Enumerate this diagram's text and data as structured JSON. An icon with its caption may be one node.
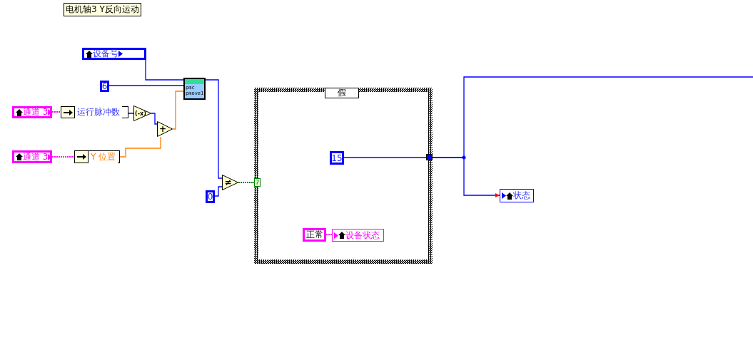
{
  "diagram": {
    "nodes": [
      {
        "text": [
          "设备号"
        ]
      },
      {
        "text": [
          "6"
        ]
      },
      {
        "text": [
          "pmc pmove1"
        ]
      },
      {
        "text": [
          "通道 3"
        ]
      },
      {
        "text": [
          "运行脉冲数"
        ]
      },
      {
        "text": [
          "(-x)"
        ]
      },
      {
        "text": [
          "+"
        ]
      },
      {
        "text": [
          "通道 3"
        ]
      },
      {
        "text": [
          "Y 位置"
        ]
      },
      {
        "text": [
          "≠"
        ]
      },
      {
        "text": [
          "0"
        ]
      },
      {
        "text": [
          "假"
        ]
      },
      {
        "text": [
          "?"
        ],
        "in": 11
      },
      {
        "text": [
          "15"
        ],
        "in": 11
      },
      {
        "text": [],
        "shape": "box",
        "in": 11
      },
      {
        "text": [
          "状态"
        ]
      },
      {
        "text": [
          "正常"
        ],
        "in": 11
      },
      {
        "text": [
          "设备状态"
        ],
        "in": 11
      }
    ],
    "edges": [
      {
        "from": 0,
        "to": 2,
        "arrow": "none"
      },
      {
        "from": 1,
        "to": 2,
        "arrow": "none"
      },
      {
        "from": 3,
        "to": 4,
        "arrow": "none",
        "style": "dashed",
        "color": "#ff00ff"
      },
      {
        "from": 4,
        "to": 5,
        "arrow": "none"
      },
      {
        "from": 5,
        "to": 6,
        "arrow": "none"
      },
      {
        "from": 7,
        "to": 8,
        "arrow": "none",
        "style": "dashed",
        "color": "#ff00ff"
      },
      {
        "from": 8,
        "to": 6,
        "arrow": "none",
        "color": "#ff7f00"
      },
      {
        "from": 6,
        "to": 2,
        "arrow": "none",
        "color": "#ff7f00"
      },
      {
        "from": 2,
        "to": 9,
        "arrow": "none"
      },
      {
        "from": 10,
        "to": 9,
        "arrow": "none"
      },
      {
        "from": 9,
        "to": 12,
        "arrow": "none",
        "style": "dashed",
        "color": "#008000"
      },
      {
        "from": 13,
        "to": 14,
        "arrow": "none"
      },
      {
        "from": 14,
        "to": 15,
        "arrow": "to"
      },
      {
        "from": 14,
        "to": null,
        "arrow": "none"
      },
      {
        "from": 16,
        "to": 17,
        "arrow": "none",
        "style": "dashed",
        "color": "#ff00ff"
      }
    ],
    "labels": [
      "电机轴3 Y反向运动"
    ]
  }
}
